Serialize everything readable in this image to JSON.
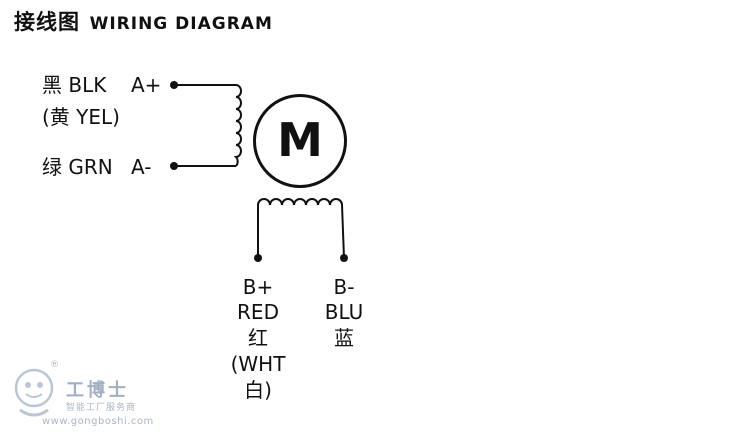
{
  "title": {
    "cn": "接线图",
    "en": "WIRING DIAGRAM"
  },
  "motor": {
    "label": "M"
  },
  "coil_a": {
    "top_color": "黑 BLK",
    "top_alt": "(黄 YEL)",
    "top_terminal": "A+",
    "bottom_color": "绿 GRN",
    "bottom_terminal": "A-"
  },
  "coil_b": {
    "left": {
      "terminal": "B+",
      "color_en": "RED",
      "color_cn": "红",
      "alt_en": "(WHT",
      "alt_cn": "白)"
    },
    "right": {
      "terminal": "B-",
      "color_en": "BLU",
      "color_cn": "蓝"
    }
  },
  "watermark": {
    "brand": "工博士",
    "tagline": "智能工厂服务商",
    "url": "www.gongboshi.com",
    "reg": "®",
    "colors": {
      "mark": "#9fb0c4",
      "text": "#a9b6c6"
    }
  }
}
